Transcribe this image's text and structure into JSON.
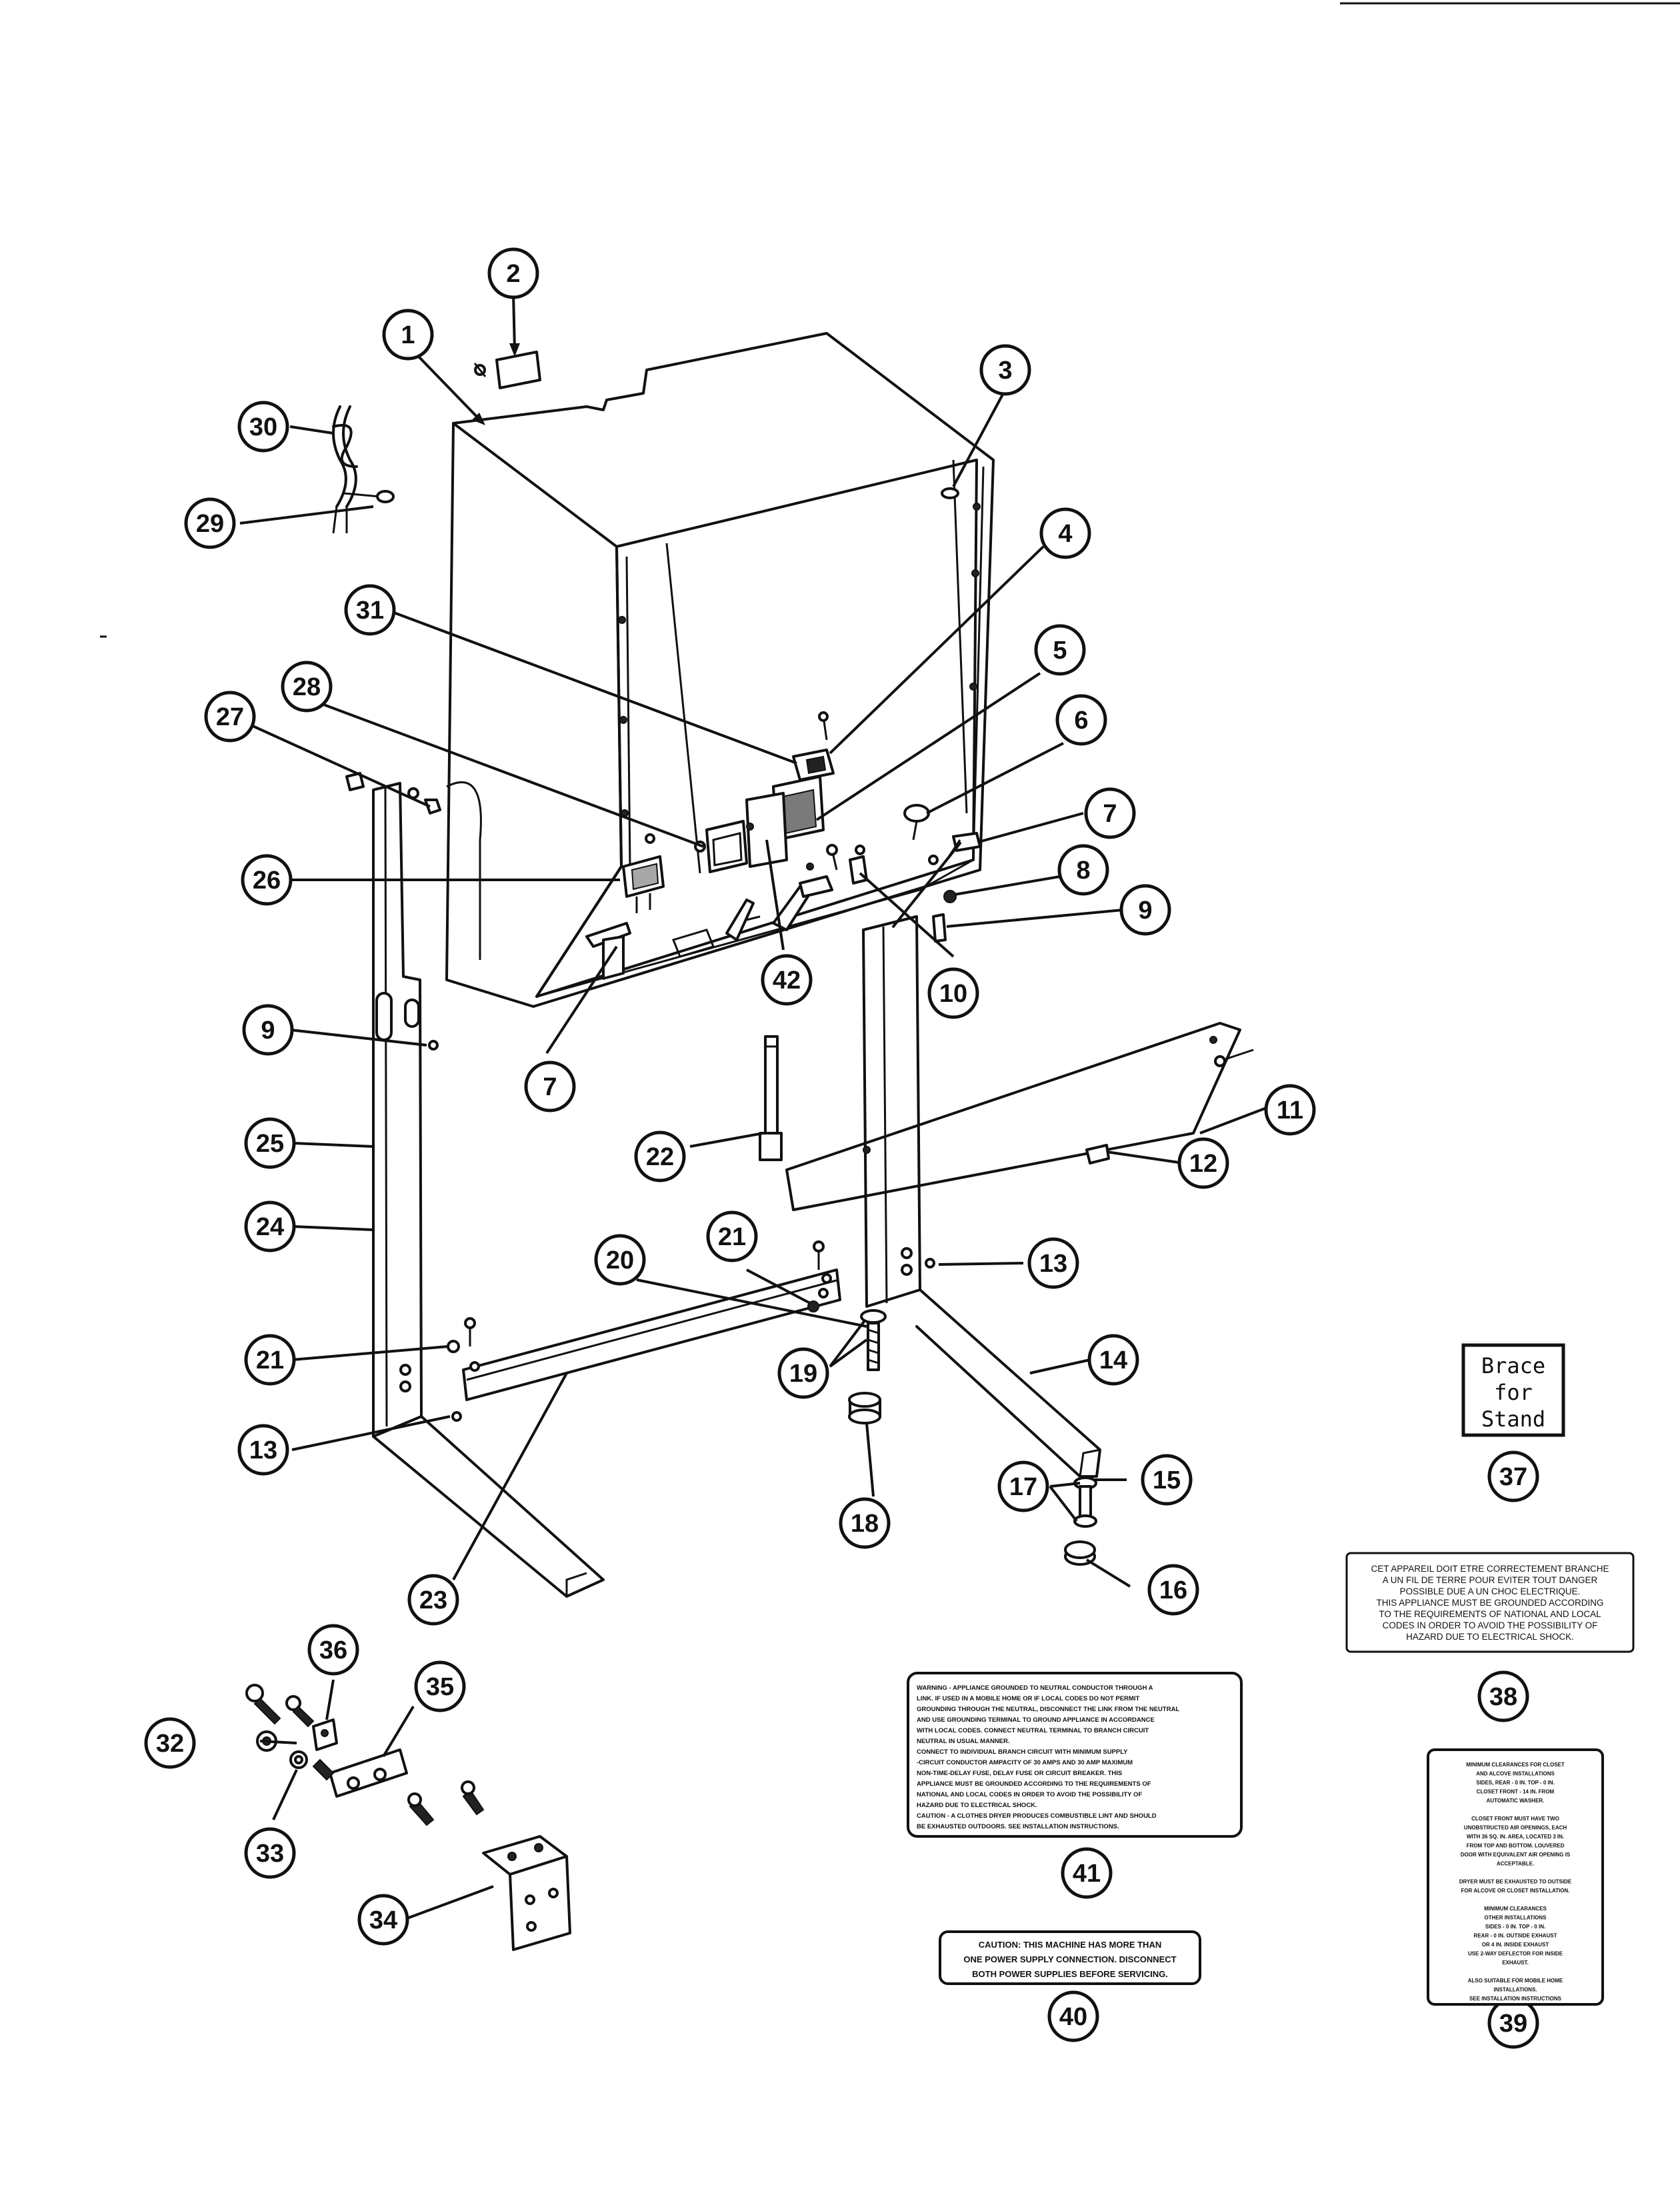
{
  "callouts": [
    {
      "n": "1"
    },
    {
      "n": "2"
    },
    {
      "n": "3"
    },
    {
      "n": "4"
    },
    {
      "n": "5"
    },
    {
      "n": "6"
    },
    {
      "n": "7"
    },
    {
      "n": "7"
    },
    {
      "n": "8"
    },
    {
      "n": "9"
    },
    {
      "n": "9"
    },
    {
      "n": "10"
    },
    {
      "n": "11"
    },
    {
      "n": "12"
    },
    {
      "n": "13"
    },
    {
      "n": "13"
    },
    {
      "n": "14"
    },
    {
      "n": "15"
    },
    {
      "n": "16"
    },
    {
      "n": "17"
    },
    {
      "n": "18"
    },
    {
      "n": "19"
    },
    {
      "n": "20"
    },
    {
      "n": "21"
    },
    {
      "n": "21"
    },
    {
      "n": "22"
    },
    {
      "n": "23"
    },
    {
      "n": "24"
    },
    {
      "n": "25"
    },
    {
      "n": "26"
    },
    {
      "n": "27"
    },
    {
      "n": "28"
    },
    {
      "n": "29"
    },
    {
      "n": "30"
    },
    {
      "n": "31"
    },
    {
      "n": "32"
    },
    {
      "n": "33"
    },
    {
      "n": "34"
    },
    {
      "n": "35"
    },
    {
      "n": "36"
    },
    {
      "n": "37"
    },
    {
      "n": "38"
    },
    {
      "n": "39"
    },
    {
      "n": "40"
    },
    {
      "n": "41"
    },
    {
      "n": "42"
    }
  ],
  "labels": {
    "brace": [
      "Brace",
      "for",
      "Stand"
    ],
    "label38": [
      "CET APPAREIL DOIT ETRE CORRECTEMENT BRANCHE",
      "A UN FIL DE TERRE POUR EVITER TOUT DANGER",
      "POSSIBLE DUE A UN CHOC ELECTRIQUE.",
      "THIS APPLIANCE MUST BE GROUNDED ACCORDING",
      "TO THE REQUIREMENTS OF NATIONAL AND LOCAL",
      "CODES IN ORDER TO AVOID THE POSSIBILITY OF",
      "HAZARD DUE TO ELECTRICAL SHOCK."
    ],
    "label41": [
      "WARNING - APPLIANCE GROUNDED TO NEUTRAL CONDUCTOR THROUGH A",
      "LINK. IF USED IN A MOBILE HOME OR IF LOCAL CODES DO NOT PERMIT",
      "GROUNDING THROUGH THE NEUTRAL, DISCONNECT THE LINK FROM THE NEUTRAL",
      "AND USE GROUNDING TERMINAL TO GROUND APPLIANCE IN ACCORDANCE",
      "WITH LOCAL CODES. CONNECT NEUTRAL TERMINAL TO BRANCH CIRCUIT",
      "NEUTRAL IN USUAL MANNER.",
      "CONNECT TO INDIVIDUAL BRANCH CIRCUIT WITH MINIMUM SUPPLY",
      "-CIRCUIT CONDUCTOR AMPACITY OF 30 AMPS AND 30 AMP MAXIMUM",
      "NON-TIME-DELAY FUSE, DELAY FUSE OR CIRCUIT BREAKER. THIS",
      "APPLIANCE MUST BE GROUNDED ACCORDING TO THE REQUIREMENTS OF",
      "NATIONAL AND LOCAL CODES IN ORDER TO AVOID THE POSSIBILITY OF",
      "HAZARD DUE TO ELECTRICAL SHOCK.",
      "CAUTION - A CLOTHES DRYER PRODUCES COMBUSTIBLE LINT AND SHOULD",
      "BE EXHAUSTED OUTDOORS. SEE INSTALLATION INSTRUCTIONS."
    ],
    "label40": [
      "CAUTION: THIS MACHINE HAS MORE THAN",
      "ONE POWER SUPPLY CONNECTION. DISCONNECT",
      "BOTH POWER SUPPLIES BEFORE SERVICING."
    ],
    "label39": [
      "MINIMUM CLEARANCES FOR CLOSET",
      "AND ALCOVE INSTALLATIONS",
      "SIDES, REAR - 0 IN. TOP - 0 IN.",
      "CLOSET FRONT - 14 IN. FROM",
      "AUTOMATIC WASHER.",
      "",
      "CLOSET FRONT MUST HAVE TWO",
      "UNOBSTRUCTED AIR OPENINGS, EACH",
      "WITH 36 SQ. IN. AREA, LOCATED 3 IN.",
      "FROM TOP AND BOTTOM. LOUVERED",
      "DOOR WITH EQUIVALENT AIR OPENING IS",
      "ACCEPTABLE.",
      "",
      "DRYER MUST BE EXHAUSTED TO OUTSIDE",
      "FOR ALCOVE OR CLOSET INSTALLATION.",
      "",
      "MINIMUM CLEARANCES",
      "OTHER INSTALLATIONS",
      "SIDES - 0 IN. TOP - 0 IN.",
      "REAR - 0 IN. OUTSIDE EXHAUST",
      "OR 4 IN. INSIDE EXHAUST",
      "USE 2-WAY DEFLECTOR FOR INSIDE",
      "EXHAUST.",
      "",
      "ALSO SUITABLE FOR MOBILE HOME",
      "INSTALLATIONS.",
      "SEE INSTALLATION INSTRUCTIONS"
    ]
  }
}
